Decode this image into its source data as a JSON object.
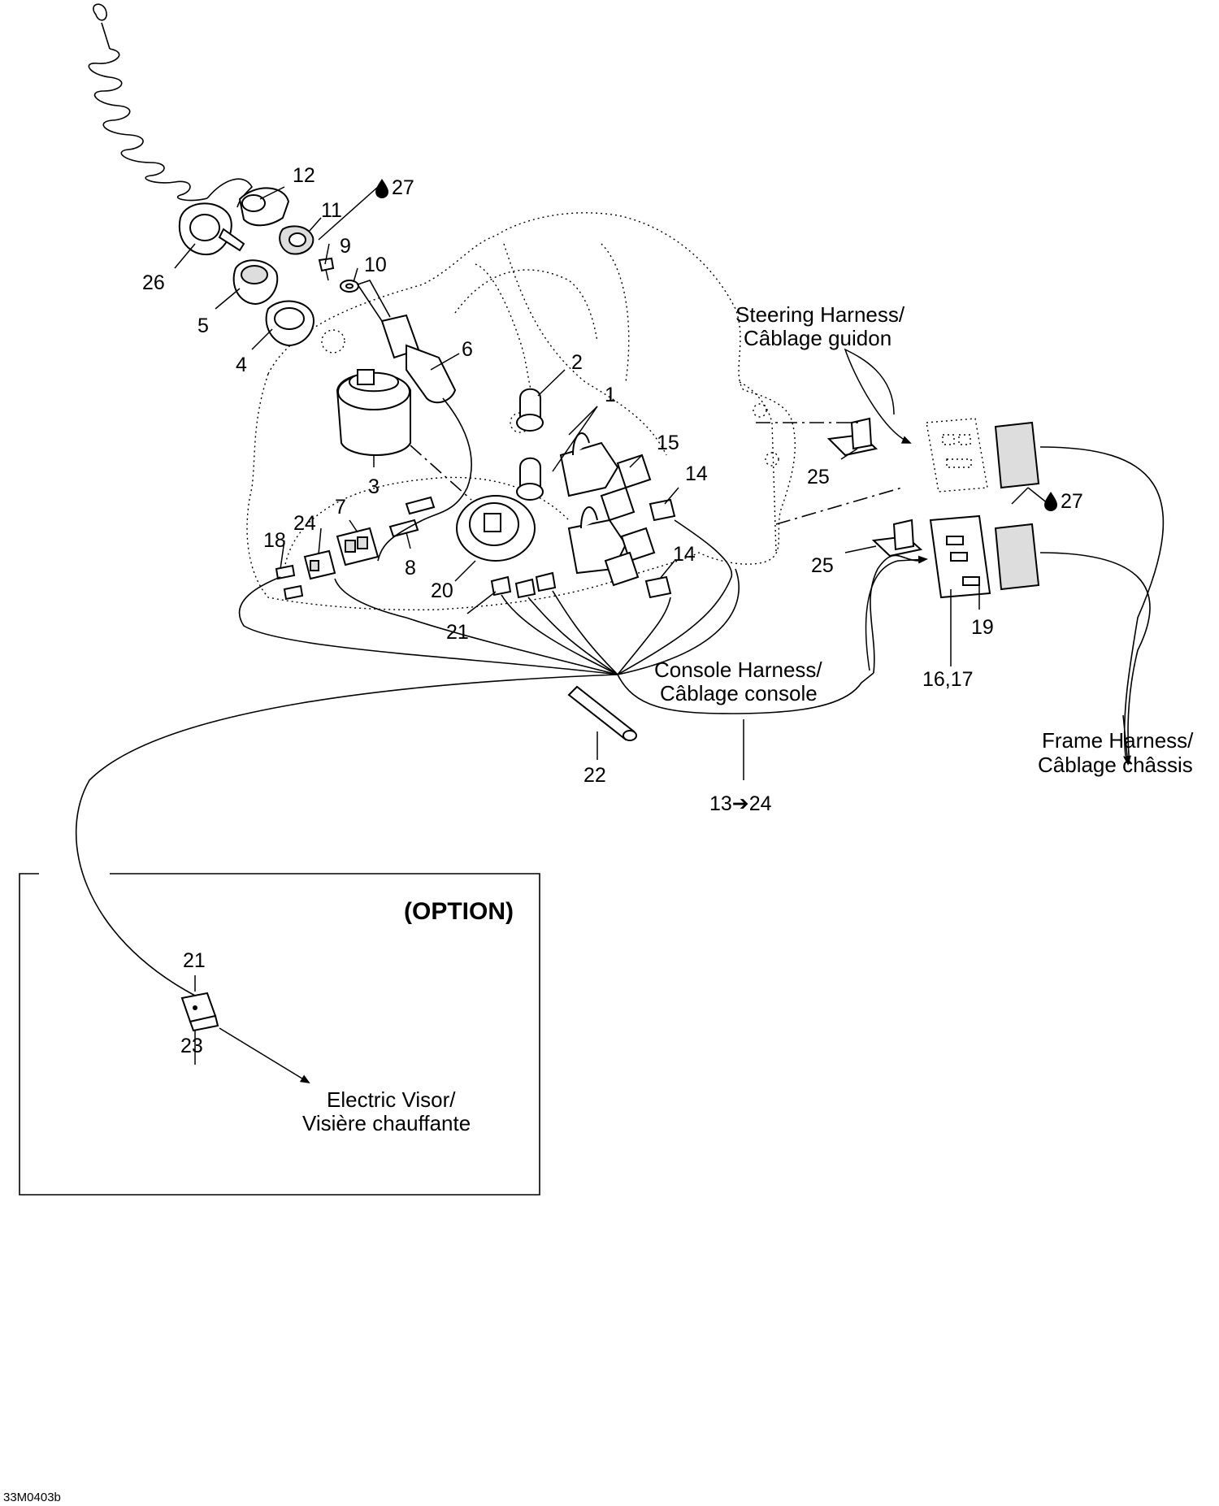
{
  "diagram": {
    "callouts": {
      "c1": "1",
      "c2": "2",
      "c3": "3",
      "c4": "4",
      "c5": "5",
      "c6": "6",
      "c7": "7",
      "c8": "8",
      "c9": "9",
      "c10": "10",
      "c11": "11",
      "c12": "12",
      "c14a": "14",
      "c14b": "14",
      "c15": "15",
      "c16_17": "16,17",
      "c18": "18",
      "c19": "19",
      "c20": "20",
      "c21a": "21",
      "c21b": "21",
      "c22": "22",
      "c23": "23",
      "c24": "24",
      "c25a": "25",
      "c25b": "25",
      "c26": "26",
      "c27a": "27",
      "c27b": "27",
      "c13_24": "13➔24"
    },
    "captions": {
      "steering_en": "Steering Harness/",
      "steering_fr": "Câblage guidon",
      "console_en": "Console Harness/",
      "console_fr": "Câblage console",
      "frame_en": "Frame Harness/",
      "frame_fr": "Câblage châssis",
      "visor_en": "Electric Visor/",
      "visor_fr": "Visière chauffante"
    },
    "option_label": "(OPTION)",
    "drawing_code": "33M0403b",
    "icons": [
      "lubricant-drop-icon",
      "arrow-icon"
    ]
  }
}
